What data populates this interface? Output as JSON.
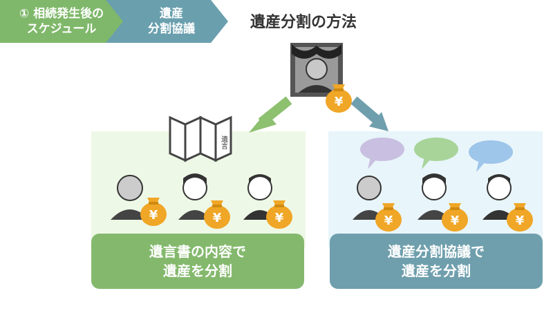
{
  "steps": [
    {
      "line1": "① 相続発生後の",
      "line2": "スケジュール"
    },
    {
      "line1": "遺産",
      "line2": "分割協議"
    }
  ],
  "title": "遺産分割の方法",
  "will_label": "遺言",
  "yen_symbol": "¥",
  "methods": [
    {
      "line1": "遺言書の内容で",
      "line2": "遺産を分割"
    },
    {
      "line1": "遺産分割協議で",
      "line2": "遺産を分割"
    }
  ],
  "colors": {
    "step1": "#7fb86a",
    "step2": "#6a9fae",
    "left_panel": "#eef8e6",
    "right_panel": "#e8f5fa",
    "left_method": "#84b96d",
    "right_method": "#6f9fad",
    "bubble_purple": "#c9bfe0",
    "bubble_green": "#a8d49a",
    "bubble_blue": "#9ec5ea",
    "money_bag": "#f0a626"
  }
}
